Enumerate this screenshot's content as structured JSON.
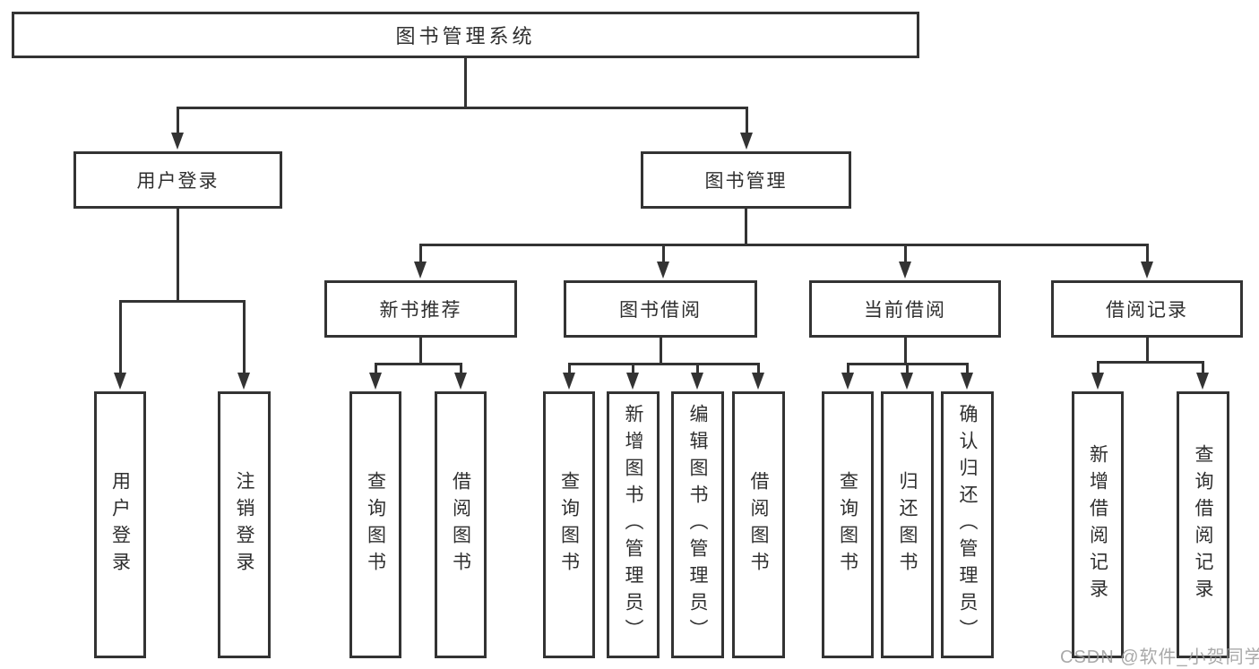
{
  "diagram_title": "图书管理系统",
  "nodes": [
    {
      "id": "system-root",
      "label": "图书管理系统",
      "parent": null,
      "level": 1,
      "text_direction": "horizontal"
    },
    {
      "id": "user-login",
      "label": "用户登录",
      "parent": "system-root",
      "level": 2,
      "text_direction": "horizontal"
    },
    {
      "id": "book-management",
      "label": "图书管理",
      "parent": "system-root",
      "level": 2,
      "text_direction": "horizontal"
    },
    {
      "id": "new-book-recommend",
      "label": "新书推荐",
      "parent": "book-management",
      "level": 3,
      "text_direction": "horizontal"
    },
    {
      "id": "book-borrowing",
      "label": "图书借阅",
      "parent": "book-management",
      "level": 3,
      "text_direction": "horizontal"
    },
    {
      "id": "current-borrowing",
      "label": "当前借阅",
      "parent": "book-management",
      "level": 3,
      "text_direction": "horizontal"
    },
    {
      "id": "borrowing-records",
      "label": "借阅记录",
      "parent": "book-management",
      "level": 3,
      "text_direction": "horizontal"
    },
    {
      "id": "leaf-user-login",
      "label": "用户登录",
      "parent": "user-login",
      "level": 4,
      "text_direction": "vertical"
    },
    {
      "id": "leaf-logout-login",
      "label": "注销登录",
      "parent": "user-login",
      "level": 4,
      "text_direction": "vertical"
    },
    {
      "id": "leaf-query-books-1",
      "label": "查询图书",
      "parent": "new-book-recommend",
      "level": 4,
      "text_direction": "vertical"
    },
    {
      "id": "leaf-borrow-books-1",
      "label": "借阅图书",
      "parent": "new-book-recommend",
      "level": 4,
      "text_direction": "vertical"
    },
    {
      "id": "leaf-query-books-2",
      "label": "查询图书",
      "parent": "book-borrowing",
      "level": 4,
      "text_direction": "vertical"
    },
    {
      "id": "leaf-add-book-admin",
      "label": "新增图书（管理员）",
      "parent": "book-borrowing",
      "level": 4,
      "text_direction": "vertical"
    },
    {
      "id": "leaf-edit-book-admin",
      "label": "编辑图书（管理员）",
      "parent": "book-borrowing",
      "level": 4,
      "text_direction": "vertical"
    },
    {
      "id": "leaf-borrow-books-2",
      "label": "借阅图书",
      "parent": "book-borrowing",
      "level": 4,
      "text_direction": "vertical"
    },
    {
      "id": "leaf-query-books-3",
      "label": "查询图书",
      "parent": "current-borrowing",
      "level": 4,
      "text_direction": "vertical"
    },
    {
      "id": "leaf-return-books",
      "label": "归还图书",
      "parent": "current-borrowing",
      "level": 4,
      "text_direction": "vertical"
    },
    {
      "id": "leaf-confirm-return",
      "label": "确认归还（管理员）",
      "parent": "current-borrowing",
      "level": 4,
      "text_direction": "vertical"
    },
    {
      "id": "leaf-add-borrow-record",
      "label": "新增借阅记录",
      "parent": "borrowing-records",
      "level": 4,
      "text_direction": "vertical"
    },
    {
      "id": "leaf-query-borrow-record",
      "label": "查询借阅记录",
      "parent": "borrowing-records",
      "level": 4,
      "text_direction": "vertical"
    }
  ],
  "watermark": {
    "text": "CSDN @软件_小贺同学"
  },
  "colors": {
    "line": "#333333",
    "box_border": "#333333",
    "text": "#2f2f2f",
    "watermark": "#9b9b9b",
    "background": "#ffffff"
  }
}
